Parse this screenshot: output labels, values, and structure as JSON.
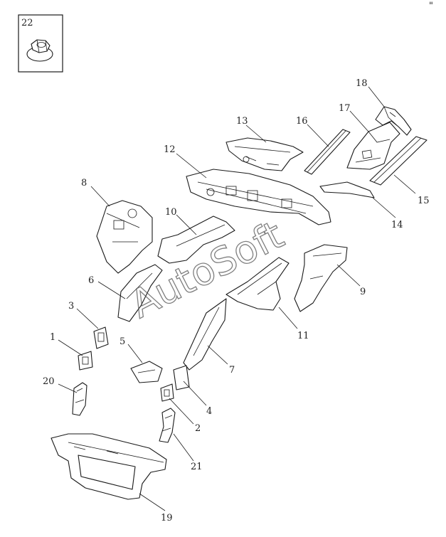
{
  "callouts": [
    "22",
    "18",
    "17",
    "16",
    "13",
    "12",
    "8",
    "10",
    "15",
    "14",
    "9",
    "6",
    "3",
    "11",
    "1",
    "5",
    "7",
    "20",
    "4",
    "2",
    "21",
    "19"
  ],
  "watermark": "AutoSoft",
  "corner_mark": "\""
}
